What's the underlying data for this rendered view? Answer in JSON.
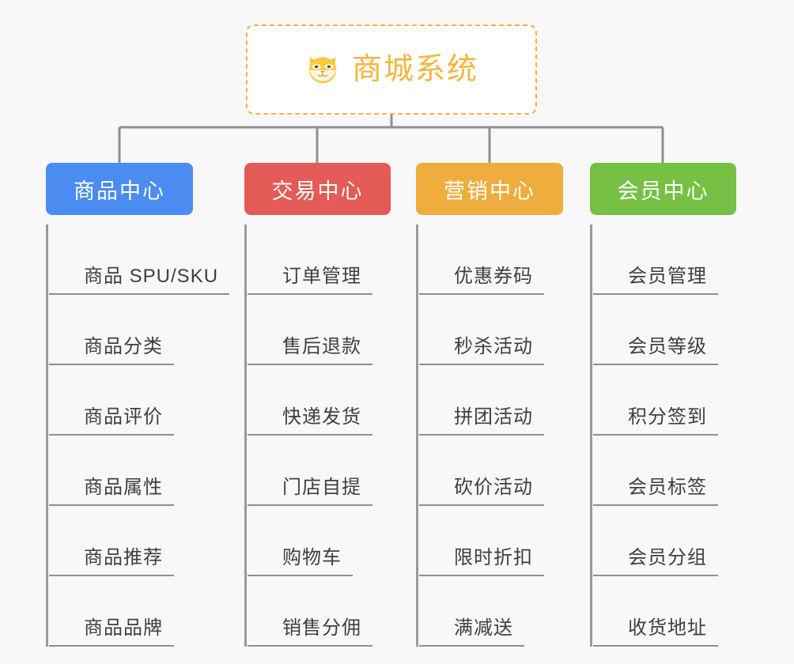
{
  "background_color": "#f8f8f8",
  "root": {
    "title": "商城系统",
    "icon": "shiba-dog-emoji",
    "text_color": "#f3b63d",
    "border_color": "#f2b63c",
    "border_style": "dashed"
  },
  "connector_color": "#8f8f8f",
  "columns": [
    {
      "header": "商品中心",
      "color": "#4a8cf0",
      "items": [
        "商品 SPU/SKU",
        "商品分类",
        "商品评价",
        "商品属性",
        "商品推荐",
        "商品品牌"
      ]
    },
    {
      "header": "交易中心",
      "color": "#e35a56",
      "items": [
        "订单管理",
        "售后退款",
        "快递发货",
        "门店自提",
        "购物车",
        "销售分佣"
      ]
    },
    {
      "header": "营销中心",
      "color": "#eead3d",
      "items": [
        "优惠券码",
        "秒杀活动",
        "拼团活动",
        "砍价活动",
        "限时折扣",
        "满减送"
      ]
    },
    {
      "header": "会员中心",
      "color": "#76c044",
      "items": [
        "会员管理",
        "会员等级",
        "积分签到",
        "会员标签",
        "会员分组",
        "收货地址"
      ]
    }
  ]
}
